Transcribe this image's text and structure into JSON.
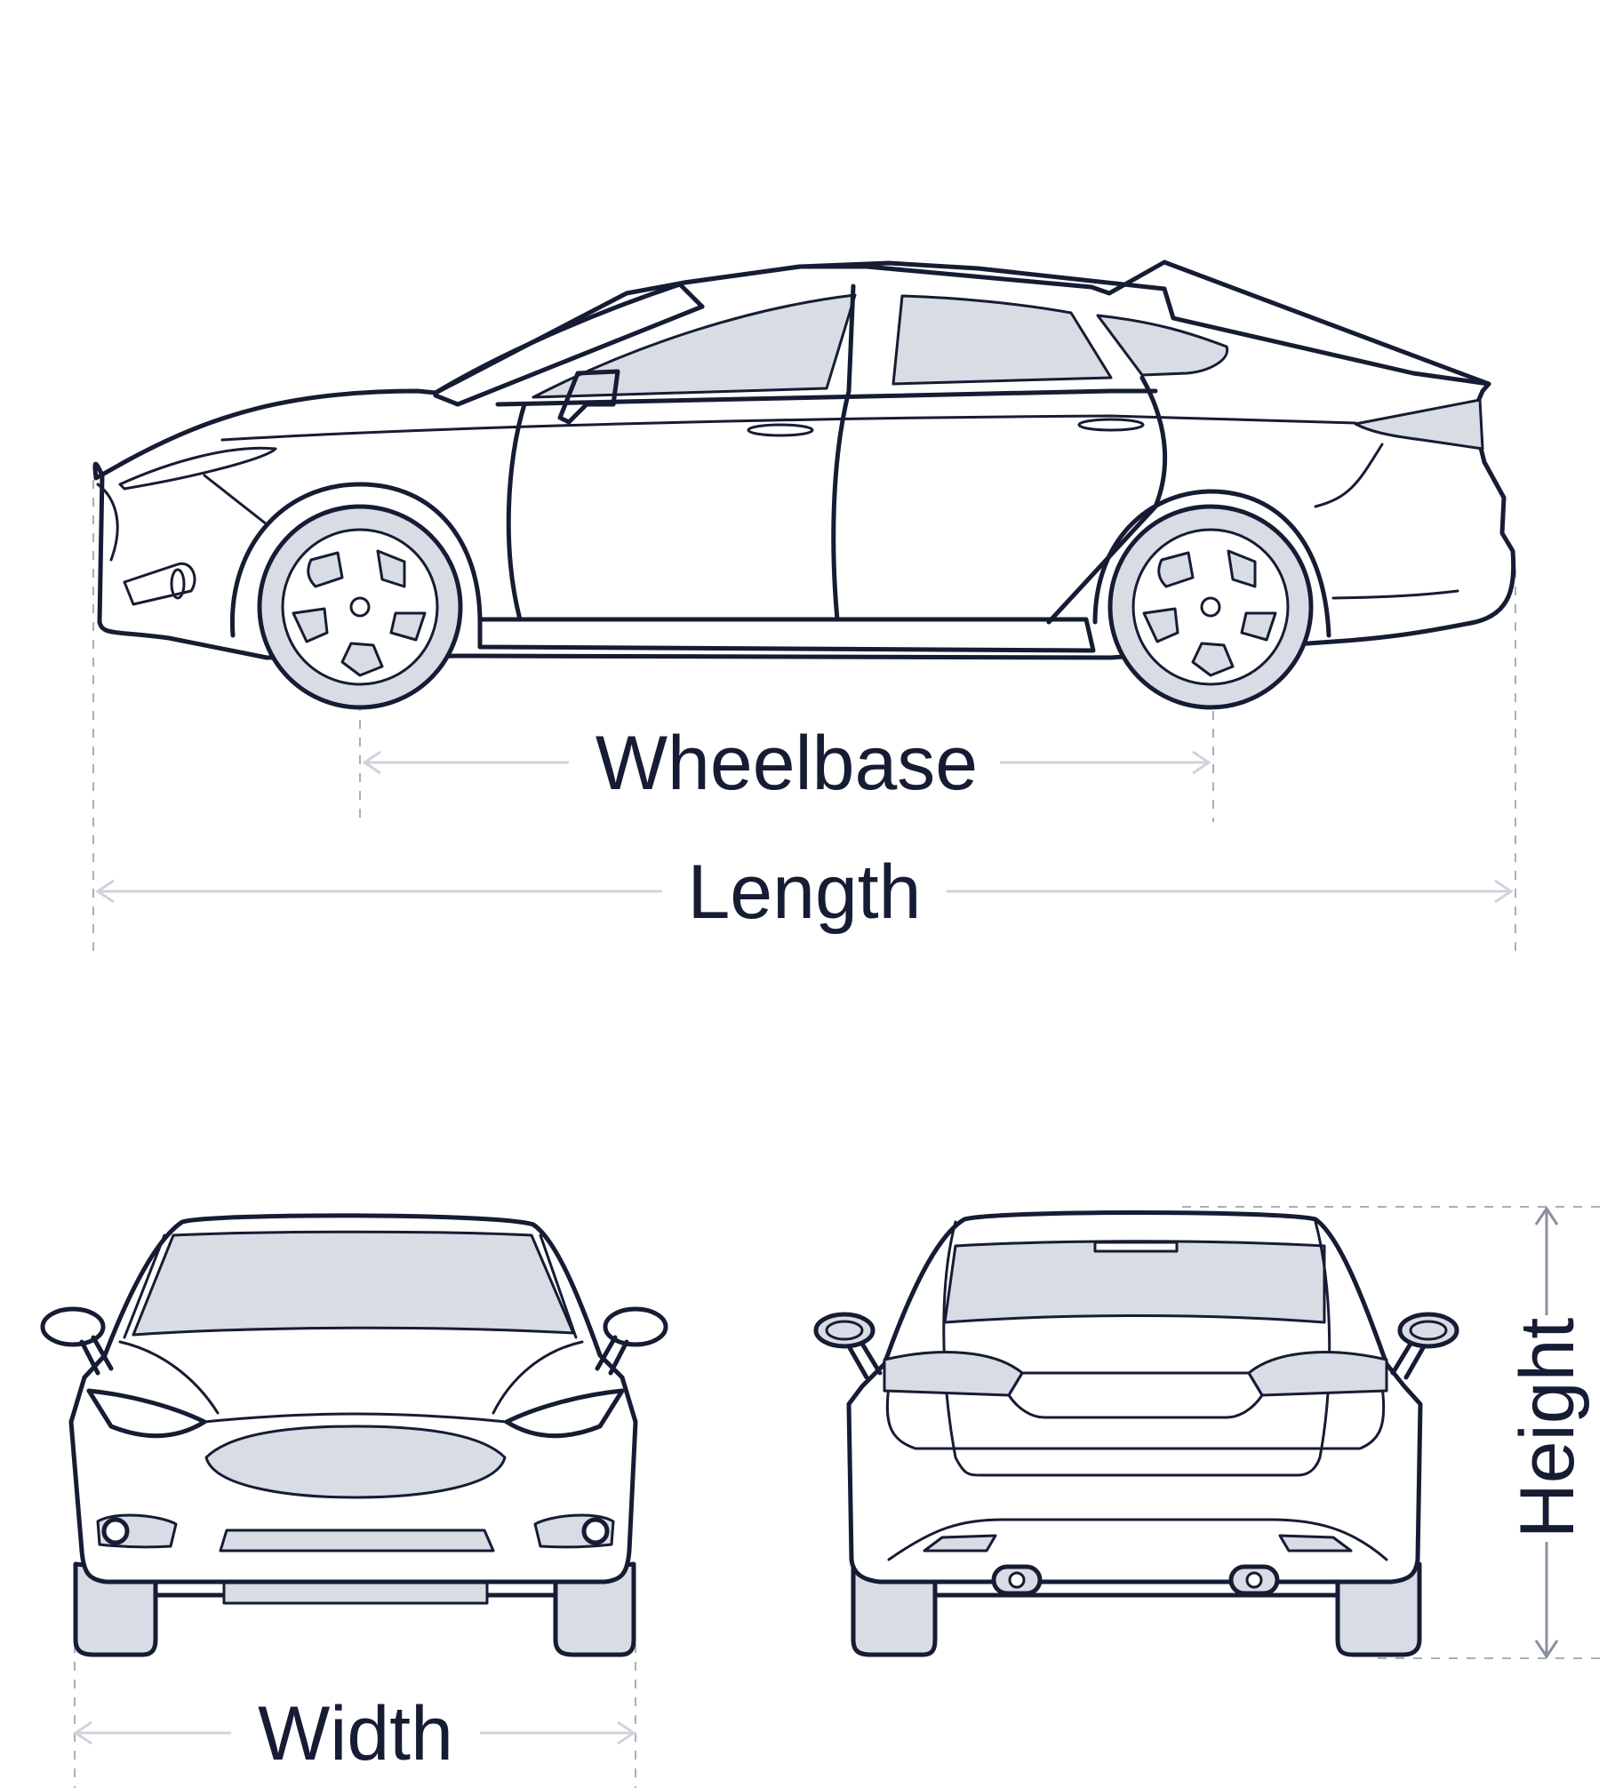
{
  "labels": {
    "wheelbase": "Wheelbase",
    "length": "Length",
    "width": "Width",
    "height": "Height"
  },
  "colors": {
    "ink": "#161c33",
    "glass": "#d8dce4",
    "dimension_line": "#cfd3dc",
    "dashed_guide": "#a9aebb",
    "background": "#ffffff"
  }
}
